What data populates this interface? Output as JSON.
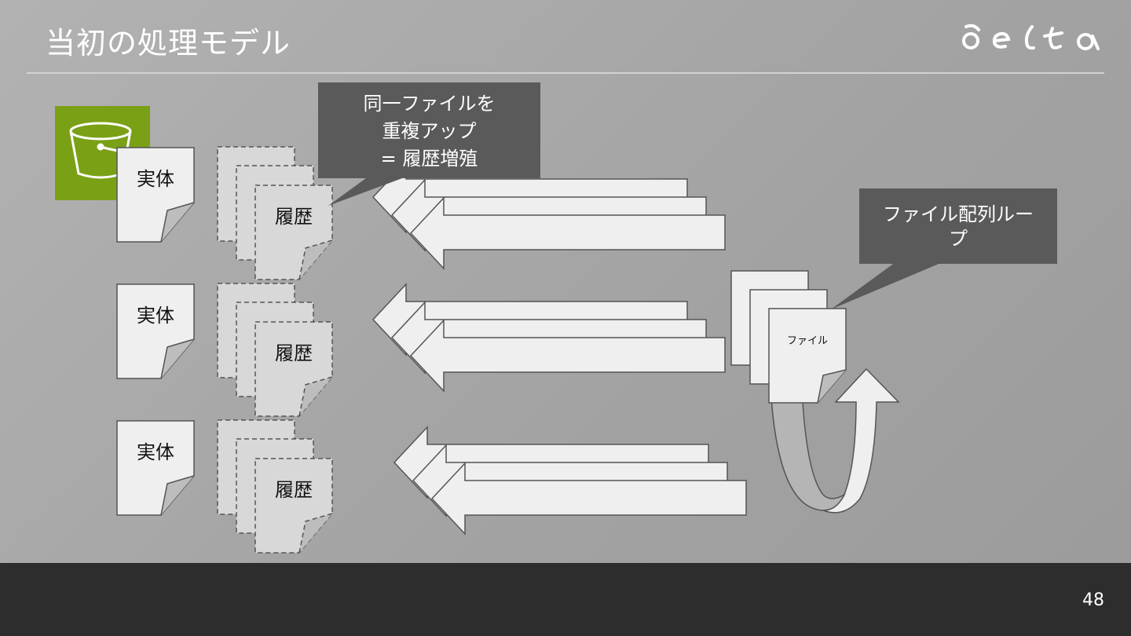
{
  "slide": {
    "title": "当初の処理モデル",
    "logo_text": "delta",
    "page_number": "48"
  },
  "storage_icon": {
    "name": "bucket-icon",
    "color": "#7aa116"
  },
  "groups": [
    {
      "entity_label": "実体",
      "history_label": "履歴"
    },
    {
      "entity_label": "実体",
      "history_label": "履歴"
    },
    {
      "entity_label": "実体",
      "history_label": "履歴"
    }
  ],
  "callouts": {
    "duplicate_upload": [
      "同一ファイルを",
      "重複アップ",
      "= 履歴増殖"
    ],
    "file_array_loop": [
      "ファイル配列ルー",
      "プ"
    ]
  },
  "file_stack": {
    "label": "ファイル"
  },
  "colors": {
    "background": "#a8a8a8",
    "footer": "#2d2d2d",
    "callout": "#5a5a5a",
    "doc_fill": "#efefef",
    "bucket": "#7aa116"
  }
}
